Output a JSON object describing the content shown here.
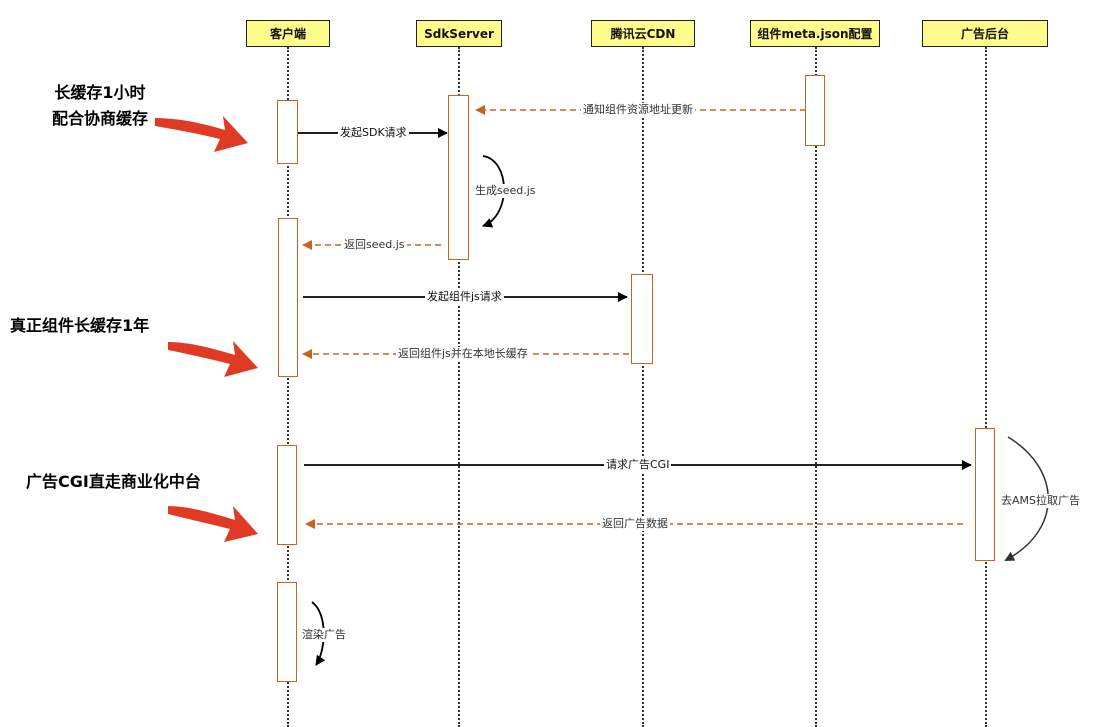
{
  "actors": {
    "client": "客户端",
    "sdkserver": "SdkServer",
    "cdn": "腾讯云CDN",
    "config": "组件meta.json配置",
    "backend": "广告后台"
  },
  "messages": {
    "notify": "通知组件资源地址更新",
    "sdk_request": "发起SDK请求",
    "gen_seed": "生成seed.js",
    "return_seed": "返回seed.js",
    "component_request": "发起组件js请求",
    "return_component": "返回组件js并在本地长缓存",
    "ad_request": "请求广告CGI",
    "ams_fetch": "去AMS拉取广告",
    "return_ad": "返回广告数据",
    "render": "渲染广告"
  },
  "notes": {
    "note1_line1": "长缓存1小时",
    "note1_line2": "配合协商缓存",
    "note2": "真正组件长缓存1年",
    "note3": "广告CGI直走商业化中台"
  },
  "colors": {
    "actor_fill": "#fefd8c",
    "activation_border": "#c8641e",
    "return_arrow": "#c8641e",
    "call_arrow": "#000000",
    "annotation_arrow": "#e03a24"
  }
}
